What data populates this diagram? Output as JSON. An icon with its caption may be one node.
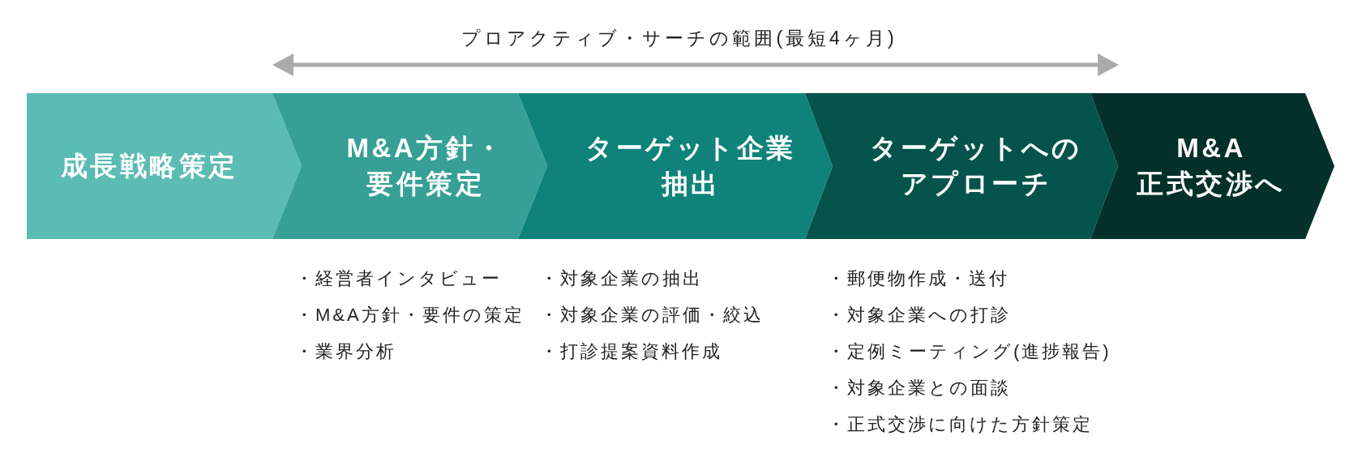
{
  "diagram": {
    "nodes": [
      {
        "text": [
          "成長戦略策定"
        ]
      },
      {
        "text": [
          "M&A方針・要件策定"
        ],
        "beside": [
          "・経営者インタビュー",
          "・M&A方針・要件の策定",
          "・業界分析"
        ]
      },
      {
        "text": [
          "ターゲット企業抽出"
        ],
        "beside": [
          "・対象企業の抽出",
          "・対象企業の評価・絞込",
          "・打診提案資料作成"
        ]
      },
      {
        "text": [
          "ターゲットへのアプローチ"
        ],
        "beside": [
          "・郵便物作成・送付",
          "・対象企業への打診",
          "・定例ミーティング(進捗報告)",
          "・対象企業との面談",
          "・正式交渉に向けた方針策定"
        ]
      },
      {
        "text": [
          "M&A正式交渉へ"
        ]
      }
    ],
    "labels": [
      "プロアクティブ・サーチの範囲(最短4ヶ月)"
    ]
  }
}
